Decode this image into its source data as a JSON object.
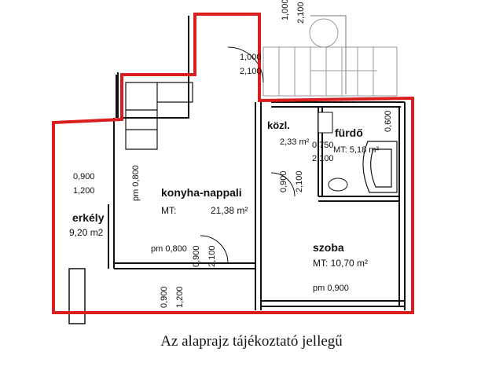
{
  "rooms": {
    "konyha": {
      "name": "konyha-nappali",
      "area_label": "MT:",
      "area": "21,38 m²"
    },
    "erkely": {
      "name": "erkély",
      "area": "9,20 m2"
    },
    "kozl": {
      "name": "közl.",
      "area": "2,33 m²"
    },
    "furdo": {
      "name": "fürdő",
      "area": "MT: 5,18 m²"
    },
    "szoba": {
      "name": "szoba",
      "area": "MT: 10,70 m²"
    }
  },
  "dimensions": {
    "top_stair_w": "1,000",
    "top_stair_h": "2,100",
    "door_top_w": "1,000",
    "door_top_h": "2,100",
    "window_left_w": "0,900",
    "window_left_h": "1,200",
    "pm_left": "pm 0,800",
    "pm_mid_w": "pm 0,800",
    "pm_mid_h": "2,100",
    "door_mid_w": "0,900",
    "door_mid_h": "2,100",
    "bath_door_w": "0,750",
    "bath_door_h": "2,100",
    "window_bottom_w": "0,900",
    "window_bottom_h": "1,200",
    "pm_bottom": "pm 0,900",
    "bath_right": "0,600"
  },
  "caption": "Az alaprajz tájékoztató jellegű",
  "colors": {
    "outline": "#d81e1e",
    "wall": "#111111",
    "grid": "#cccccc"
  }
}
